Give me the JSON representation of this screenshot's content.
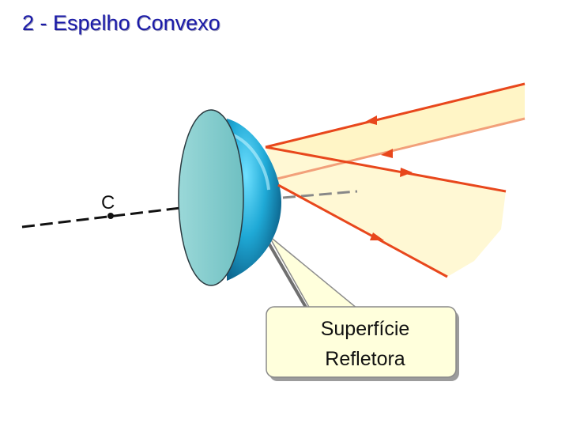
{
  "title": "2 - Espelho Convexo",
  "center_label": "C",
  "callout": {
    "line1": "Superfície",
    "line2": "Refletora"
  },
  "colors": {
    "title": "#1a1aa8",
    "ray": "#e8471c",
    "beam": "#fff5c6",
    "mirror_face": "#7fcaca",
    "mirror_dome": "#1fa9d6",
    "callout_bg": "#ffffdc",
    "axis": "#111111"
  },
  "icons": {
    "mirror": "convex-mirror-icon",
    "arrow": "ray-arrow-icon"
  }
}
